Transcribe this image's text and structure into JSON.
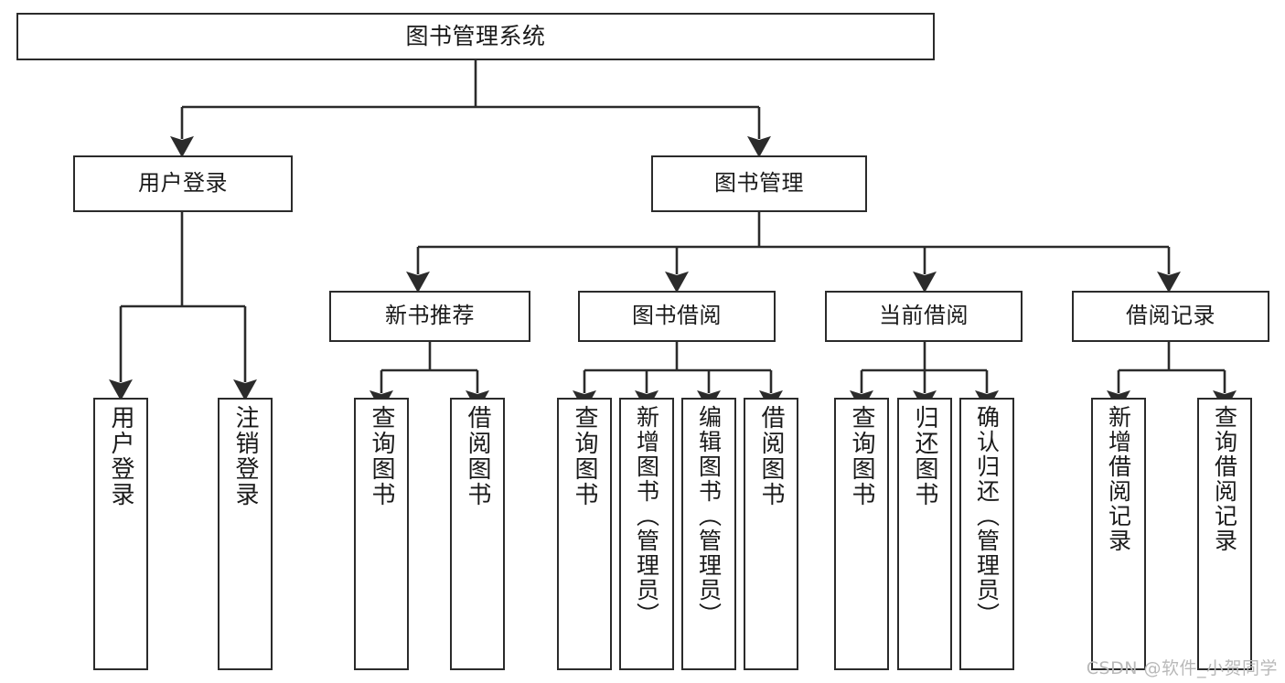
{
  "diagram": {
    "type": "tree",
    "title": "图书管理系统",
    "orientation": "top-down",
    "colors": {
      "stroke": "#2b2b2b",
      "fill": "#ffffff",
      "text": "#1a1a1a",
      "watermark": "#b9b9b9"
    },
    "nodes": {
      "root": {
        "label": "图书管理系统",
        "level": 1
      },
      "login": {
        "label": "用户登录",
        "level": 2
      },
      "book_manage": {
        "label": "图书管理",
        "level": 2
      },
      "new_book_rec": {
        "label": "新书推荐",
        "level": 3
      },
      "book_borrow": {
        "label": "图书借阅",
        "level": 3
      },
      "current_borrow": {
        "label": "当前借阅",
        "level": 3
      },
      "borrow_record": {
        "label": "借阅记录",
        "level": 3
      },
      "leaf_user_login": {
        "label": "用户登录",
        "level": 3
      },
      "leaf_logout": {
        "label": "注销登录",
        "level": 3
      },
      "leaf_query_book_1": {
        "label": "查询图书",
        "level": 4
      },
      "leaf_borrow_book_1": {
        "label": "借阅图书",
        "level": 4
      },
      "leaf_query_book_2": {
        "label": "查询图书",
        "level": 4
      },
      "leaf_add_book": {
        "label": "新增图书（管理员）",
        "level": 4
      },
      "leaf_edit_book": {
        "label": "编辑图书（管理员）",
        "level": 4
      },
      "leaf_borrow_book_2": {
        "label": "借阅图书",
        "level": 4
      },
      "leaf_query_book_3": {
        "label": "查询图书",
        "level": 4
      },
      "leaf_return_book": {
        "label": "归还图书",
        "level": 4
      },
      "leaf_confirm_return": {
        "label": "确认归还（管理员）",
        "level": 4
      },
      "leaf_add_record": {
        "label": "新增借阅记录",
        "level": 4
      },
      "leaf_query_record": {
        "label": "查询借阅记录",
        "level": 4
      }
    },
    "edges": [
      {
        "from": "root",
        "to": "login"
      },
      {
        "from": "root",
        "to": "book_manage"
      },
      {
        "from": "login",
        "to": "leaf_user_login"
      },
      {
        "from": "login",
        "to": "leaf_logout"
      },
      {
        "from": "book_manage",
        "to": "new_book_rec"
      },
      {
        "from": "book_manage",
        "to": "book_borrow"
      },
      {
        "from": "book_manage",
        "to": "current_borrow"
      },
      {
        "from": "book_manage",
        "to": "borrow_record"
      },
      {
        "from": "new_book_rec",
        "to": "leaf_query_book_1"
      },
      {
        "from": "new_book_rec",
        "to": "leaf_borrow_book_1"
      },
      {
        "from": "book_borrow",
        "to": "leaf_query_book_2"
      },
      {
        "from": "book_borrow",
        "to": "leaf_add_book"
      },
      {
        "from": "book_borrow",
        "to": "leaf_edit_book"
      },
      {
        "from": "book_borrow",
        "to": "leaf_borrow_book_2"
      },
      {
        "from": "current_borrow",
        "to": "leaf_query_book_3"
      },
      {
        "from": "current_borrow",
        "to": "leaf_return_book"
      },
      {
        "from": "current_borrow",
        "to": "leaf_confirm_return"
      },
      {
        "from": "borrow_record",
        "to": "leaf_add_record"
      },
      {
        "from": "borrow_record",
        "to": "leaf_query_record"
      }
    ]
  },
  "watermark": {
    "text": "CSDN @软件_小贺同学"
  }
}
